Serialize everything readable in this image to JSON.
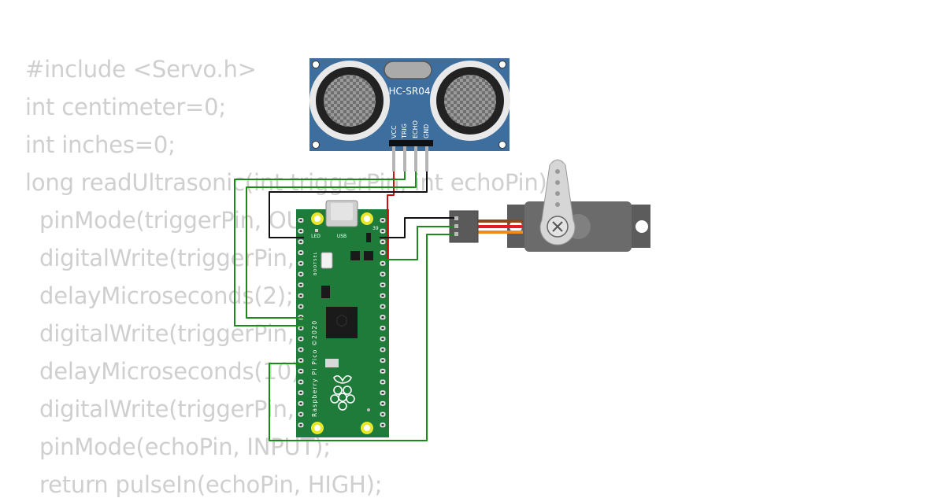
{
  "code": {
    "lines": [
      "#include <Servo.h>",
      "int centimeter=0;",
      "int inches=0;",
      "long readUltrasonic(int triggerPin, int echoPin){",
      "pinMode(triggerPin, OUTPUT);",
      "digitalWrite(triggerPin, LOW);",
      "delayMicroseconds(2);",
      "digitalWrite(triggerPin, HIGH);",
      "delayMicroseconds(10);",
      "digitalWrite(triggerPin, LOW);",
      "pinMode(echoPin, INPUT);",
      "return pulseIn(echoPin, HIGH);"
    ]
  },
  "sensor": {
    "label": "HC-SR04",
    "pins": [
      "VCC",
      "TRIG",
      "ECHO",
      "GND"
    ]
  },
  "pico": {
    "board_label": "Raspberry Pi Pico ©2020",
    "led_label": "LED",
    "usb_label": "USB",
    "bootsel_label": "BOOTSEL",
    "pin_label": "39"
  },
  "colors": {
    "wire_green": "#1a8a1a",
    "wire_black": "#111111",
    "wire_red": "#cc1111",
    "board_green": "#1e7b3a",
    "sensor_blue": "#3e6e9e"
  }
}
